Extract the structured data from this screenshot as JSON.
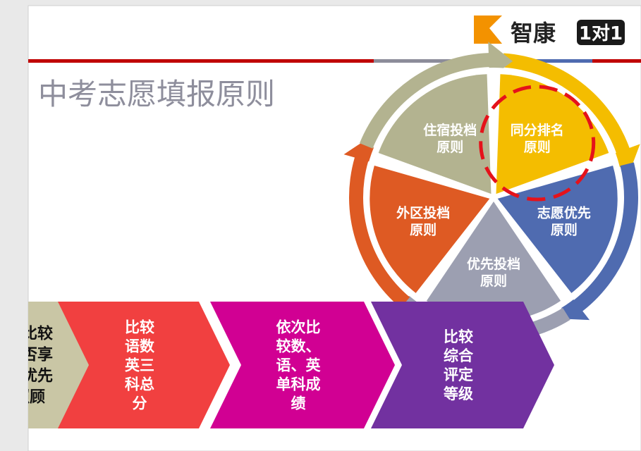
{
  "logo": {
    "text": "智康",
    "badge": "1对1"
  },
  "slide": {
    "title": "中考志愿填报原则"
  },
  "wheel": {
    "segments": [
      {
        "line1": "同分排名",
        "line2": "原则",
        "color": "#f4bd00"
      },
      {
        "line1": "志愿优先",
        "line2": "原则",
        "color": "#4f6bb0"
      },
      {
        "line1": "优先投档",
        "line2": "原则",
        "color": "#9c9fb1"
      },
      {
        "line1": "外区投档",
        "line2": "原则",
        "color": "#de5a23"
      },
      {
        "line1": "住宿投档",
        "line2": "原则",
        "color": "#b3b390"
      }
    ],
    "highlight_color": "#e5121a"
  },
  "steps": [
    {
      "lines": [
        "先比较",
        "是否享",
        "受优先",
        "照顾"
      ],
      "color": "#c9c6a5",
      "text_color": "#111111"
    },
    {
      "lines": [
        "比较",
        "语数",
        "英三",
        "科总",
        "分"
      ],
      "color": "#f14040",
      "text_color": "#ffffff"
    },
    {
      "lines": [
        "依次比",
        "较数、",
        "语、英",
        "单科成",
        "绩"
      ],
      "color": "#d10093",
      "text_color": "#ffffff"
    },
    {
      "lines": [
        "比较",
        "综合",
        "评定",
        "等级"
      ],
      "color": "#7231a0",
      "text_color": "#ffffff"
    }
  ],
  "colors": {
    "accent_red": "#c00000",
    "title_gray": "#8e8e9c",
    "bar_gray": "#8c8c9a",
    "bar_blue": "#4f6bb0"
  }
}
